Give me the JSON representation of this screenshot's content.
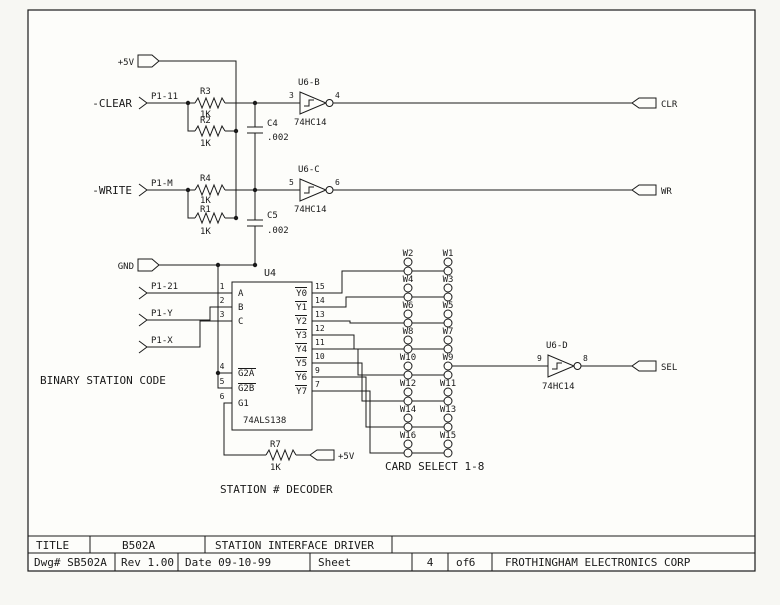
{
  "colors": {
    "ink": "#1a1a1a",
    "paper": "#f7f7f3"
  },
  "captions": {
    "binary_station_code": "BINARY STATION CODE",
    "station_decoder": "STATION # DECODER",
    "card_select": "CARD SELECT 1-8"
  },
  "clear": {
    "signal": "-CLEAR",
    "connector": "P1-11",
    "supply": "+5V",
    "r_top": {
      "ref": "R3",
      "val": "1K"
    },
    "r_bot": {
      "ref": "R2",
      "val": "1K"
    },
    "cap": {
      "ref": "C4",
      "val": ".002"
    },
    "gate": {
      "ref": "U6-B",
      "part": "74HC14",
      "pin_in": "3",
      "pin_out": "4"
    },
    "out": "CLR"
  },
  "write": {
    "signal": "-WRITE",
    "connector": "P1-M",
    "r_top": {
      "ref": "R4",
      "val": "1K"
    },
    "r_bot": {
      "ref": "R1",
      "val": "1K"
    },
    "cap": {
      "ref": "C5",
      "val": ".002"
    },
    "gate": {
      "ref": "U6-C",
      "part": "74HC14",
      "pin_in": "5",
      "pin_out": "6"
    },
    "out": "WR"
  },
  "gnd": "GND",
  "decoder": {
    "ref": "U4",
    "part": "74ALS138",
    "in_conns": [
      "P1-21",
      "P1-Y",
      "P1-X"
    ],
    "in_pins": [
      "1",
      "2",
      "3"
    ],
    "in_names": [
      "A",
      "B",
      "C"
    ],
    "en_pins": [
      "4",
      "5",
      "6"
    ],
    "en_names": [
      "G2A",
      "G2B",
      "G1"
    ],
    "out_pins": [
      "15",
      "14",
      "13",
      "12",
      "11",
      "10",
      "9",
      "7"
    ],
    "out_names": [
      "Y0",
      "Y1",
      "Y2",
      "Y3",
      "Y4",
      "Y5",
      "Y6",
      "Y7"
    ]
  },
  "pullup": {
    "ref": "R7",
    "val": "1K",
    "supply": "+5V"
  },
  "jumpers": {
    "left": [
      "W2",
      "W4",
      "W6",
      "W8",
      "W10",
      "W12",
      "W14",
      "W16"
    ],
    "right": [
      "W1",
      "W3",
      "W5",
      "W7",
      "W9",
      "W11",
      "W13",
      "W15"
    ]
  },
  "sel": {
    "gate": {
      "ref": "U6-D",
      "part": "74HC14",
      "pin_in": "9",
      "pin_out": "8"
    },
    "out": "SEL"
  },
  "titleblock": {
    "title_label": "TITLE",
    "doc_number": "B502A",
    "title": "STATION INTERFACE DRIVER",
    "dwg": "Dwg# SB502A",
    "rev": "Rev 1.00",
    "date": "Date 09-10-99",
    "sheet_label": "Sheet",
    "sheet": "4",
    "of_label": "of",
    "total": "6",
    "company": "FROTHINGHAM ELECTRONICS CORP"
  }
}
